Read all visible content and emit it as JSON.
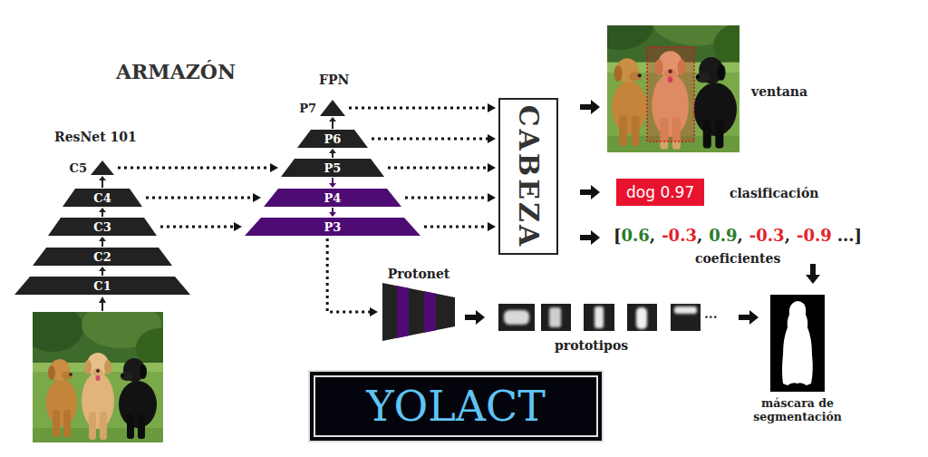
{
  "diagram": {
    "nodes": [
      {
        "text": [
          "C5"
        ]
      },
      {
        "text": [
          "C4"
        ]
      },
      {
        "text": [
          "C3"
        ]
      },
      {
        "text": [
          "C2"
        ]
      },
      {
        "text": [
          "C1"
        ]
      },
      {
        "text": [
          "P7"
        ]
      },
      {
        "text": [
          "P6"
        ]
      },
      {
        "text": [
          "P5"
        ]
      },
      {
        "text": [
          "P4"
        ]
      },
      {
        "text": [
          "P3"
        ]
      },
      {
        "text": [
          "CABEZA"
        ]
      },
      {
        "text": [
          "Protonet"
        ]
      },
      {
        "text": [
          "dog 0.97"
        ]
      },
      {
        "text": [
          "máscara de segmentación"
        ]
      },
      {
        "text": [
          "YOLACT"
        ]
      }
    ],
    "edges": [
      {
        "from": 4,
        "to": 3,
        "arrow": "to"
      },
      {
        "from": 3,
        "to": 2,
        "arrow": "to"
      },
      {
        "from": 2,
        "to": 1,
        "arrow": "to"
      },
      {
        "from": 1,
        "to": 0,
        "arrow": "to"
      },
      {
        "from": 0,
        "to": 7,
        "arrow": "to"
      },
      {
        "from": 1,
        "to": 8,
        "arrow": "to"
      },
      {
        "from": 2,
        "to": 9,
        "arrow": "to"
      },
      {
        "from": 6,
        "to": 5,
        "arrow": "to"
      },
      {
        "from": 7,
        "to": 6,
        "arrow": "to"
      },
      {
        "from": 7,
        "to": 8,
        "arrow": "to"
      },
      {
        "from": 8,
        "to": 9,
        "arrow": "to"
      },
      {
        "from": 5,
        "to": 10,
        "arrow": "to"
      },
      {
        "from": 6,
        "to": 10,
        "arrow": "to"
      },
      {
        "from": 7,
        "to": 10,
        "arrow": "to"
      },
      {
        "from": 8,
        "to": 10,
        "arrow": "to"
      },
      {
        "from": 9,
        "to": 10,
        "arrow": "to"
      },
      {
        "from": 9,
        "to": 11,
        "arrow": "to"
      },
      {
        "from": 10,
        "to": 12,
        "arrow": "to"
      }
    ],
    "labels": [
      "ARMAZÓN",
      "ResNet 101",
      "FPN",
      "ventana",
      "clasificación",
      "[",
      "0.6",
      ",",
      "-0.3",
      ",",
      "0.9",
      ",",
      "-0.3",
      ",",
      "-0.9",
      "...]",
      "coeficientes",
      "prototipos",
      "..."
    ]
  }
}
